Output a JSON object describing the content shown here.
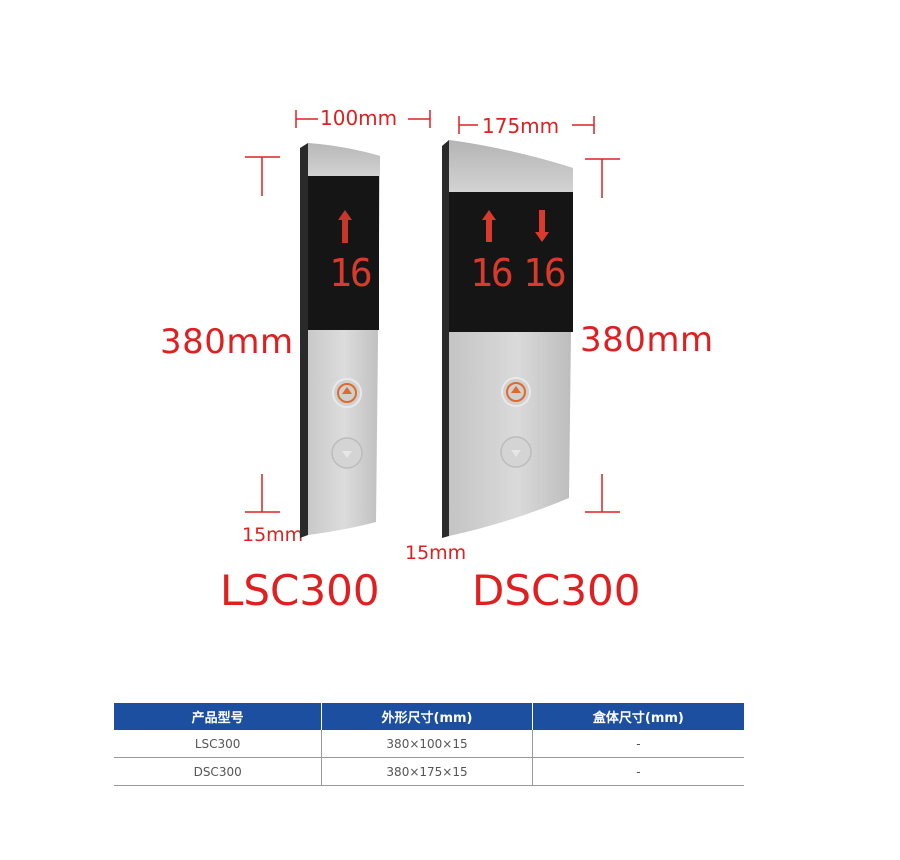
{
  "panels": {
    "lsc": {
      "width_label": "100mm",
      "height_label": "380mm",
      "depth_label": "15mm",
      "model": "LSC300",
      "display": {
        "arrow": "up",
        "floor": "16"
      }
    },
    "dsc": {
      "width_label": "175mm",
      "height_label": "380mm",
      "depth_label": "15mm",
      "model": "DSC300",
      "display": {
        "arrows": [
          "up",
          "down"
        ],
        "floors": [
          "16",
          "16"
        ]
      }
    }
  },
  "colors": {
    "dimension_red": "#e02020",
    "table_header_blue": "#1d4fa0",
    "display_digit_red": "#d93a2b"
  },
  "spec_table": {
    "headers": [
      "产品型号",
      "外形尺寸(mm)",
      "盒体尺寸(mm)"
    ],
    "rows": [
      [
        "LSC300",
        "380×100×15",
        "-"
      ],
      [
        "DSC300",
        "380×175×15",
        "-"
      ]
    ]
  }
}
